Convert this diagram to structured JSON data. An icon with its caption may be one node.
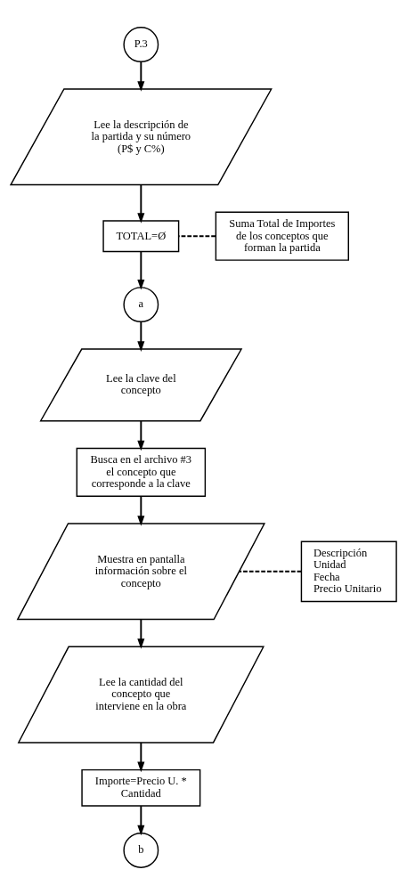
{
  "diagram": {
    "nodes": [
      {
        "text": [
          "P.3"
        ]
      },
      {
        "text": [
          "Lee la descripción de la partida y su número (P$ y C%)"
        ]
      },
      {
        "text": [
          "Suma Total de Importes de los conceptos que forman la partida"
        ]
      },
      {
        "text": [
          "TOTAL=Ø"
        ]
      },
      {
        "text": [
          "a"
        ]
      },
      {
        "text": [
          "Lee la clave del concepto"
        ]
      },
      {
        "text": [
          "Busca en el archivo #3 el concepto que corresponde a la clave"
        ]
      },
      {
        "text": [
          "Descripción",
          "Unidad",
          "Fecha",
          "Precio Unitario"
        ]
      },
      {
        "text": [
          "Muestra en pantalla información sobre el concepto"
        ]
      },
      {
        "text": [
          "Lee la cantidad del concepto que interviene en la obra"
        ]
      },
      {
        "text": [
          "Importe=Precio U. * Cantidad"
        ]
      },
      {
        "text": [
          "b"
        ]
      }
    ],
    "edges": [
      {
        "from": 0,
        "to": 1,
        "arrow": "to"
      },
      {
        "from": 1,
        "to": 3,
        "arrow": "to"
      },
      {
        "from": 2,
        "to": 3,
        "arrow": "none",
        "style": "dashed"
      },
      {
        "from": 3,
        "to": 4,
        "arrow": "to"
      },
      {
        "from": 4,
        "to": 5,
        "arrow": "to"
      },
      {
        "from": 5,
        "to": 6,
        "arrow": "to"
      },
      {
        "from": 6,
        "to": 8,
        "arrow": "to"
      },
      {
        "from": 7,
        "to": 8,
        "arrow": "none",
        "style": "dashed"
      },
      {
        "from": 8,
        "to": 9,
        "arrow": "to"
      },
      {
        "from": 9,
        "to": 10,
        "arrow": "to"
      },
      {
        "from": 10,
        "to": 11,
        "arrow": "to"
      }
    ]
  }
}
